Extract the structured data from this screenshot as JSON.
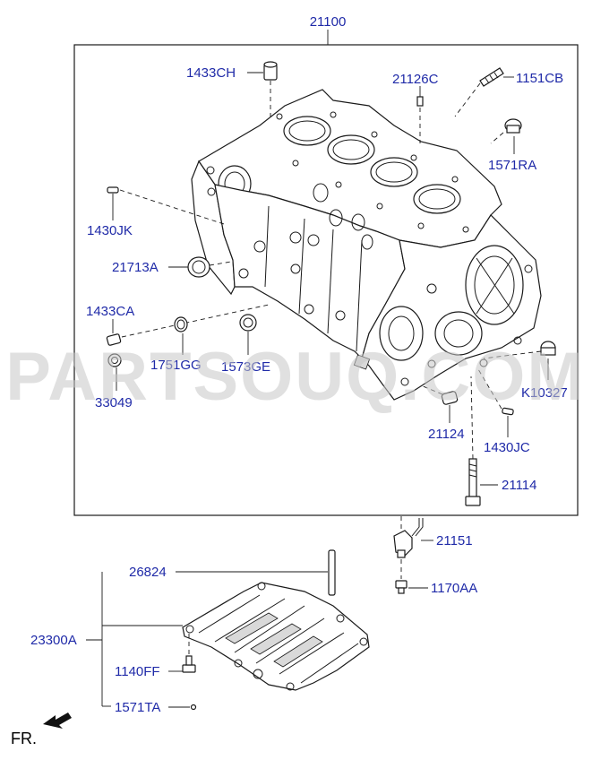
{
  "watermark": "PARTSOUQ.COM",
  "direction_label": "FR.",
  "labels": {
    "block_assy": "21100",
    "plug_top": "1433CH",
    "pin_top": "21126C",
    "bolt_top": "1151CB",
    "plug_right": "1571RA",
    "pin_left": "1430JK",
    "seal_left": "21713A",
    "pin_left2": "1433CA",
    "oring": "1751GG",
    "seal_mid": "1573GE",
    "plug_left": "33049",
    "plug_front": "K10327",
    "dowel": "21124",
    "pin_front": "1430JC",
    "long_bolt": "21114",
    "sensor": "21151",
    "sensor_bolt": "1170AA",
    "dipstick": "26824",
    "ladder_frame": "23300A",
    "ladder_bolt": "1140FF",
    "ladder_plug": "1571TA"
  }
}
